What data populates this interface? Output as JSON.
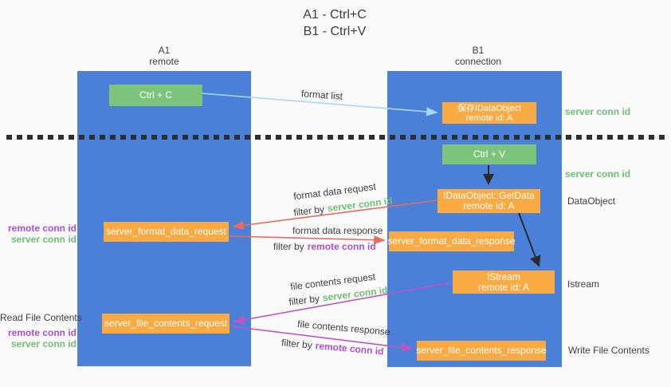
{
  "title": {
    "line1": "A1 - Ctrl+C",
    "line2": "B1 - Ctrl+V"
  },
  "columns": {
    "left": {
      "header_line1": "A1",
      "header_line2": "remote"
    },
    "right": {
      "header_line1": "B1",
      "header_line2": "connection"
    }
  },
  "boxes": {
    "ctrl_c": {
      "label": "Ctrl + C"
    },
    "save_idataobject": {
      "line1": "保存IDataObject",
      "line2": "remote id: A"
    },
    "ctrl_v": {
      "label": "Ctrl + V"
    },
    "getdata": {
      "line1": "IDataObject::GetData",
      "line2": "remote id: A"
    },
    "format_request": {
      "label": "server_format_data_request"
    },
    "format_response": {
      "label": "server_format_data_response"
    },
    "istream": {
      "line1": "IStream",
      "line2": "remote id: A"
    },
    "file_request": {
      "label": "server_file_contents_request"
    },
    "file_response": {
      "label": "server_file_contents_response"
    }
  },
  "side_labels": {
    "server_conn_id_top": "server conn id",
    "server_conn_id_mid": "server conn id",
    "dataobject": "DataObject",
    "istream": "Istream",
    "write_file_contents": "Write File Contents",
    "remote_conn_id_left1": "remote conn id",
    "server_conn_id_left1": "server conn id",
    "read_file_contents": "Read File Contents",
    "remote_conn_id_left2": "remote conn id",
    "server_conn_id_left2": "server conn id"
  },
  "arrow_labels": {
    "format_list": "format list",
    "format_data_request": "format data request",
    "format_data_response": "format data response",
    "file_contents_request": "file contents request",
    "file_contents_response": "file contents response",
    "filter_by": "filter by",
    "server_conn_id": "server conn id",
    "remote_conn_id": "remote conn id"
  },
  "colors": {
    "background": "#fafafa",
    "column_blue": "#4a80d8",
    "box_green": "#7cc47c",
    "box_orange": "#f9aa42",
    "arrow_lightblue": "#a9d8f3",
    "arrow_red": "#e96a60",
    "arrow_magenta": "#bf55c3",
    "arrow_black": "#2b2b2b",
    "text_dark": "#3d3d3d",
    "text_green": "#6fbf73",
    "text_purple": "#ab4fd3"
  }
}
